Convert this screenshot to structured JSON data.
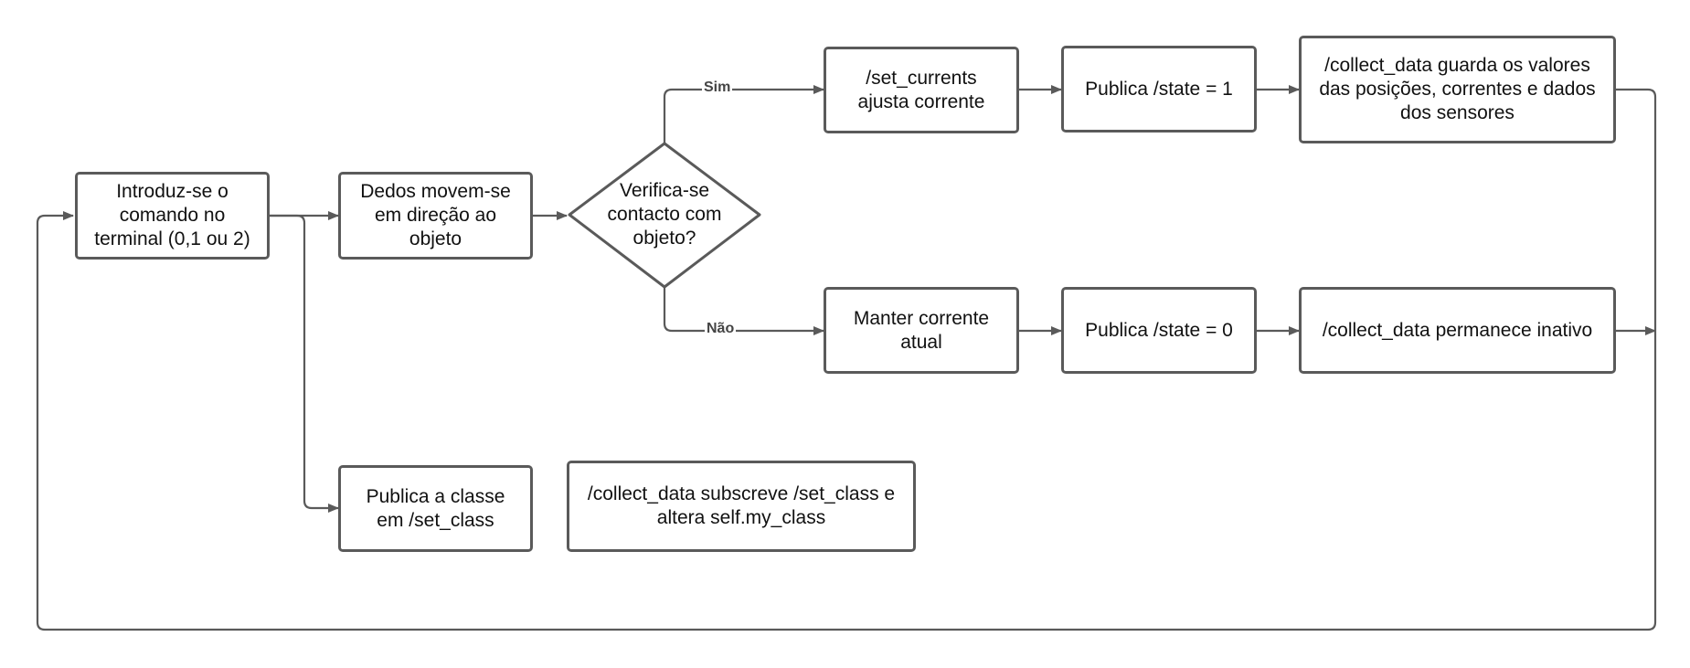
{
  "nodes": {
    "input_command": "Introduz-se o\ncomando no\nterminal (0,1 ou 2)",
    "fingers_move": "Dedos movem-se\nem direção ao\nobjeto",
    "check_contact": "Verifica-se\ncontacto com\nobjeto?",
    "set_currents": "/set_currents\najusta corrente",
    "publish_state_1": "Publica /state = 1",
    "collect_data_store": "/collect_data guarda os valores\ndas posições, correntes e dados\ndos sensores",
    "keep_current": "Manter corrente\natual",
    "publish_state_0": "Publica /state = 0",
    "collect_data_inactive": "/collect_data permanece inativo",
    "publish_class": "Publica a classe\nem /set_class",
    "collect_data_subscribe": "/collect_data subscreve /set_class e\naltera self.my_class"
  },
  "edge_labels": {
    "yes": "Sim",
    "no": "Não"
  },
  "colors": {
    "stroke": "#5a5a5a",
    "text": "#111111",
    "background": "#ffffff"
  }
}
